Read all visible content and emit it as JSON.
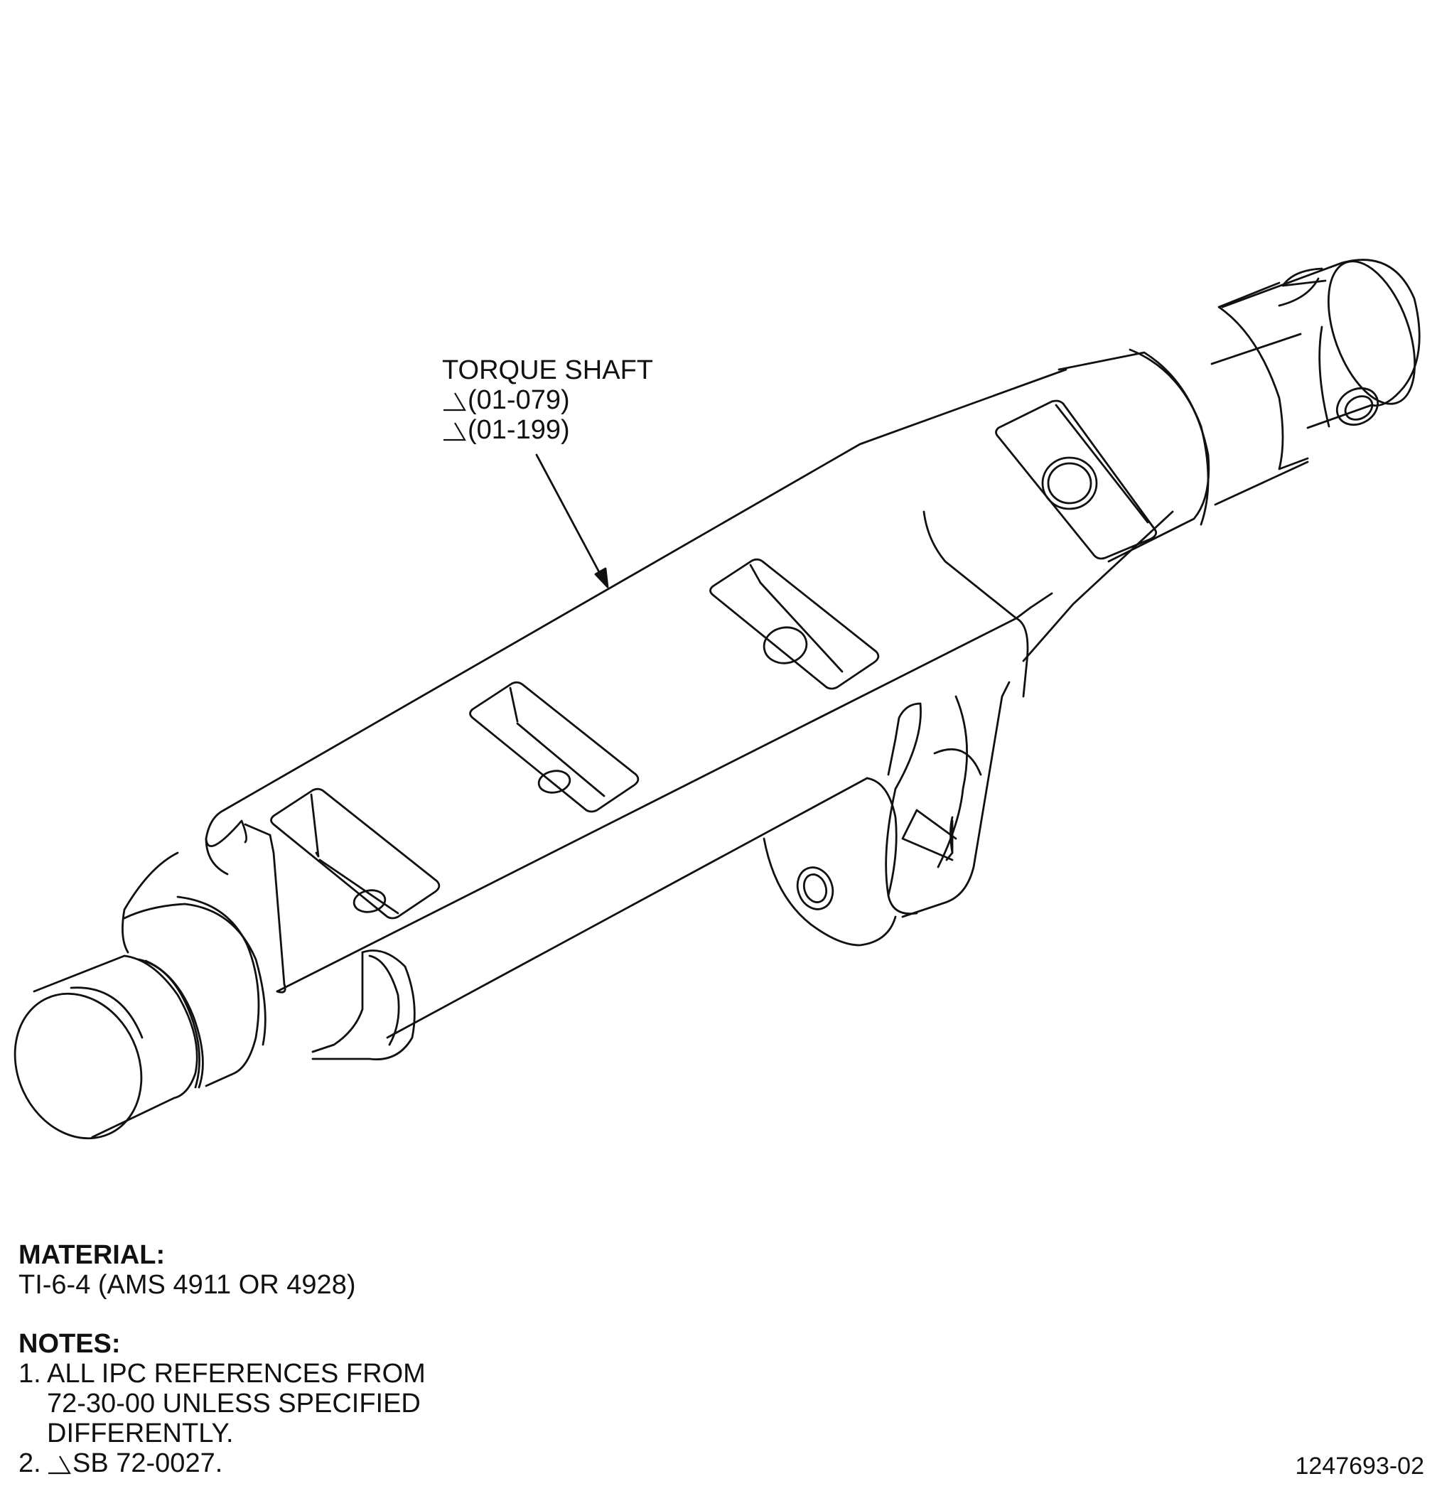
{
  "callout": {
    "title": "TORQUE SHAFT",
    "refs": [
      "(01-079)",
      "(01-199)"
    ]
  },
  "material": {
    "heading": "MATERIAL:",
    "value": "TI-6-4 (AMS 4911 OR 4928)"
  },
  "notes": {
    "heading": "NOTES:",
    "items": [
      {
        "num": "1.",
        "lines": [
          "ALL IPC REFERENCES FROM",
          "72-30-00 UNLESS SPECIFIED",
          "DIFFERENTLY."
        ]
      },
      {
        "num": "2.",
        "lines": [
          "SB 72-0027."
        ]
      }
    ]
  },
  "document_number": "1247693-02",
  "icons": {
    "revision_flag": "triangle-flag-icon"
  },
  "colors": {
    "line": "#111111",
    "background": "#ffffff"
  }
}
